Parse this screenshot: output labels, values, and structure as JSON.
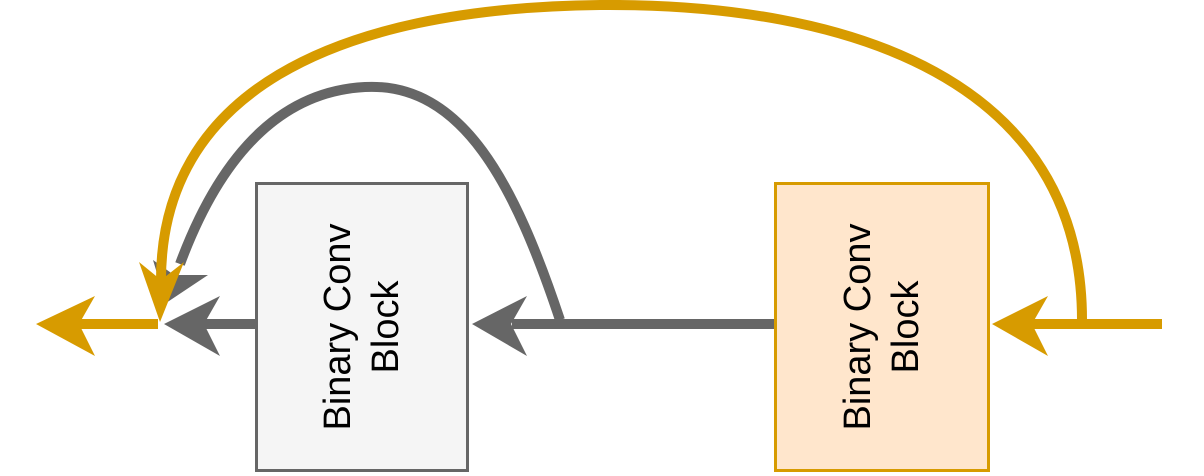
{
  "colors": {
    "gray_stroke": "#666666",
    "gold_stroke": "#d79b00",
    "left_block_fill": "#f5f5f5",
    "left_block_border": "#666666",
    "right_block_fill": "#ffe6cc",
    "right_block_border": "#d79b00"
  },
  "blocks": {
    "left": {
      "line1": "Binary Conv",
      "line2": "Block"
    },
    "right": {
      "line1": "Binary Conv",
      "line2": "Block"
    }
  }
}
